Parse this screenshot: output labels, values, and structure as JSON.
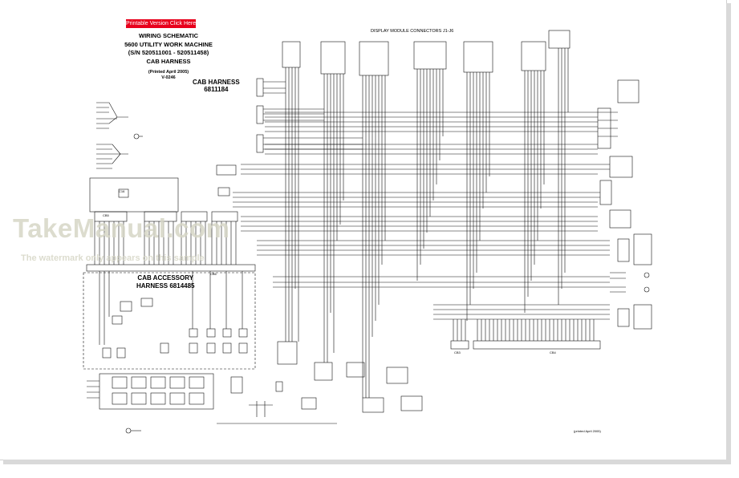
{
  "button": {
    "printable": "Printable Version Click Here"
  },
  "title": {
    "line1": "WIRING SCHEMATIC",
    "line2": "5600 UTILITY WORK MACHINE",
    "line3": "(S/N 520511001 - 520511458)",
    "line4": "CAB HARNESS",
    "printed": "(Printed April 2005)",
    "code": "V-0246"
  },
  "headers": {
    "display_module": "DISPLAY MODULE CONNECTORS J1-J6",
    "cab_harness_1": "CAB HARNESS",
    "cab_harness_2": "6811184",
    "cab_accessory_1": "CAB ACCESSORY",
    "cab_accessory_2": "HARNESS  6814485"
  },
  "connectors": {
    "cb5": "CB5",
    "cb6": "CB6",
    "cb3": "CB3",
    "cb4": "CB4",
    "c16": "C16"
  },
  "watermark": {
    "brand": "TakeManual.com",
    "note": "The watermark only appears on this sample"
  },
  "footer": "(printed April 2005)"
}
